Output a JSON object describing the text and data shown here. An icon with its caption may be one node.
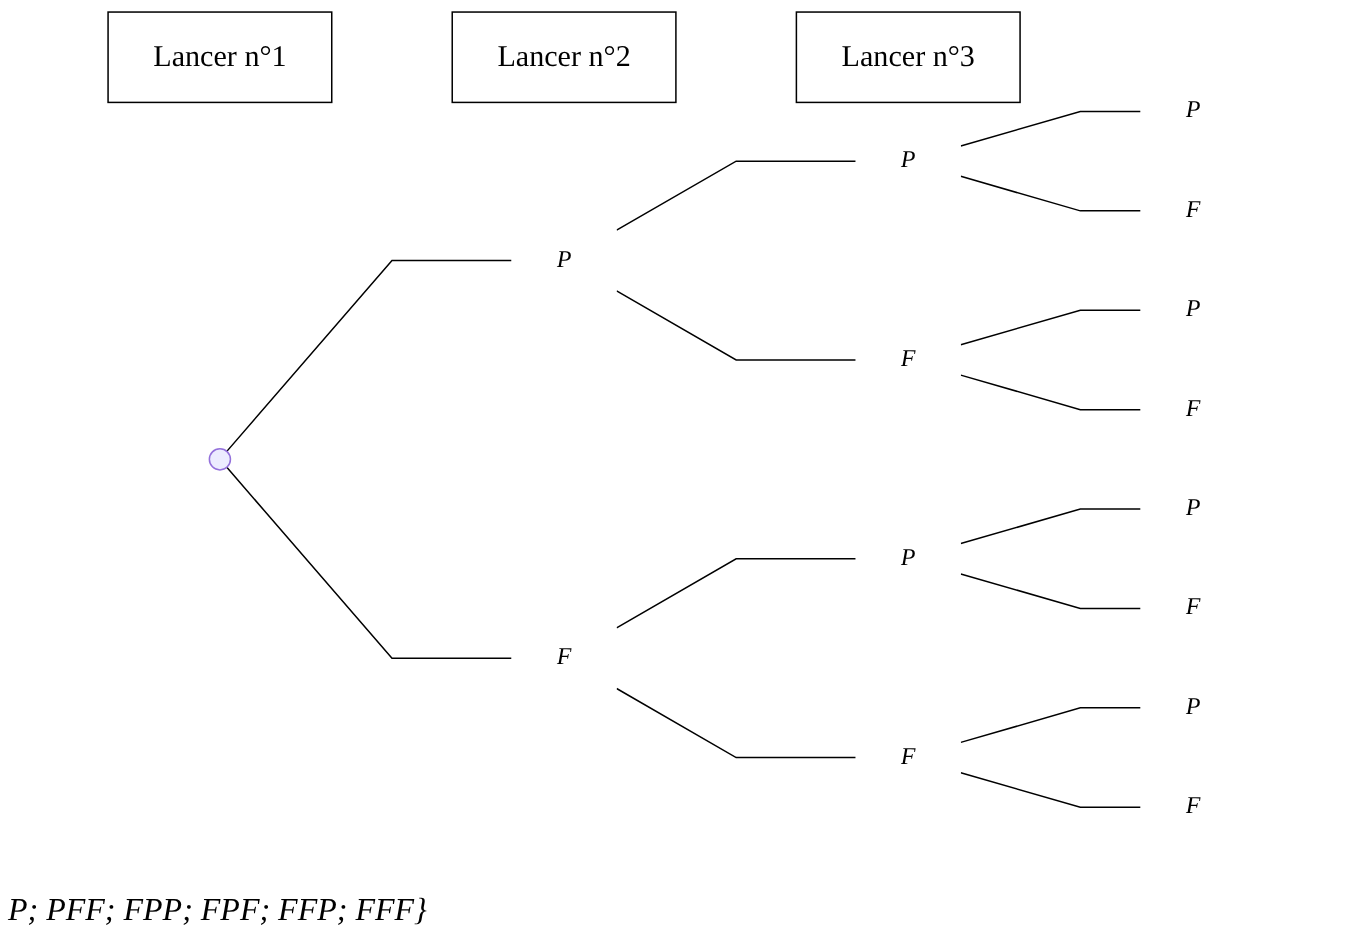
{
  "diagram": {
    "nodes": [
      {
        "text": [
          "Lancer n°1"
        ]
      },
      {
        "text": [
          "Lancer n°2"
        ]
      },
      {
        "text": [
          "Lancer n°3"
        ]
      },
      {
        "text": [],
        "shape": "point"
      },
      {
        "text": [
          "P"
        ]
      },
      {
        "text": [
          "F"
        ]
      },
      {
        "text": [
          "P"
        ]
      },
      {
        "text": [
          "F"
        ]
      },
      {
        "text": [
          "P"
        ]
      },
      {
        "text": [
          "F"
        ]
      },
      {
        "text": [
          "P"
        ]
      },
      {
        "text": [
          "F"
        ]
      },
      {
        "text": [
          "P"
        ]
      },
      {
        "text": [
          "F"
        ]
      },
      {
        "text": [
          "P"
        ]
      },
      {
        "text": [
          "F"
        ]
      },
      {
        "text": [
          "P"
        ]
      },
      {
        "text": [
          "F"
        ]
      }
    ],
    "edges": [
      {
        "from": 3,
        "to": 4,
        "arrow": "none"
      },
      {
        "from": 3,
        "to": 5,
        "arrow": "none"
      },
      {
        "from": 4,
        "to": 6,
        "arrow": "none"
      },
      {
        "from": 4,
        "to": 7,
        "arrow": "none"
      },
      {
        "from": 5,
        "to": 8,
        "arrow": "none"
      },
      {
        "from": 5,
        "to": 9,
        "arrow": "none"
      },
      {
        "from": 6,
        "to": 10,
        "arrow": "none"
      },
      {
        "from": 6,
        "to": 11,
        "arrow": "none"
      },
      {
        "from": 7,
        "to": 12,
        "arrow": "none"
      },
      {
        "from": 7,
        "to": 13,
        "arrow": "none"
      },
      {
        "from": 8,
        "to": 14,
        "arrow": "none"
      },
      {
        "from": 8,
        "to": 15,
        "arrow": "none"
      },
      {
        "from": 9,
        "to": 16,
        "arrow": "none"
      },
      {
        "from": 9,
        "to": 17,
        "arrow": "none"
      }
    ],
    "labels": [
      "P; PFF; FPP; FPF; FFP; FFF}"
    ]
  }
}
